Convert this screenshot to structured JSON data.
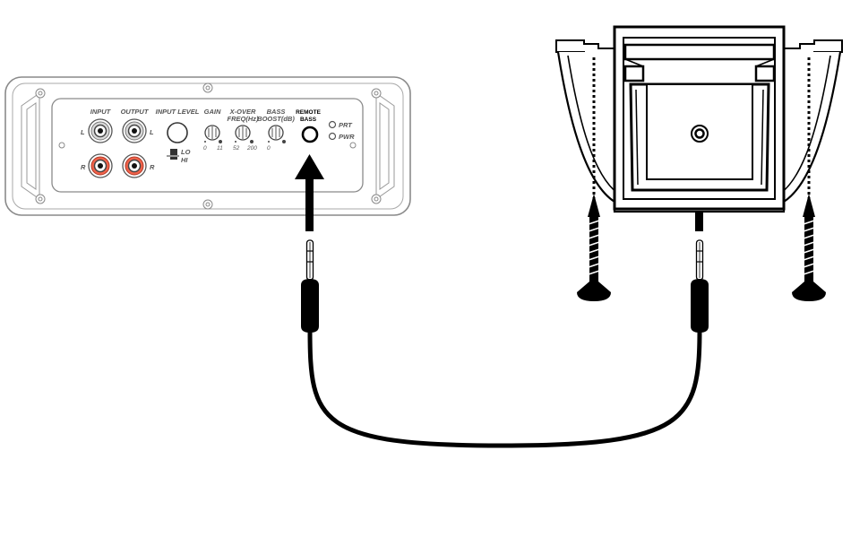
{
  "amplifier": {
    "labels": {
      "input": "INPUT",
      "output": "OUTPUT",
      "input_level": "INPUT LEVEL",
      "gain": "GAIN",
      "xover_1": "X-OVER",
      "xover_2": "FREQ(Hz)",
      "bass_1": "BASS",
      "bass_2": "BOOST(dB)",
      "remote_1": "REMOTE",
      "remote_2": "BASS",
      "prt": "PRT",
      "pwr": "PWR",
      "lo": "LO",
      "hi": "HI",
      "left": "L",
      "right": "R"
    },
    "ticks": {
      "gain_min": "0",
      "gain_max": "11",
      "xover_min": "52",
      "xover_max": "200",
      "bass_min": "0"
    }
  },
  "colors": {
    "line": "#000000",
    "panel_stroke": "#8a8a8a",
    "rca_white": "#d9d9d9",
    "rca_red": "#f0624a"
  }
}
